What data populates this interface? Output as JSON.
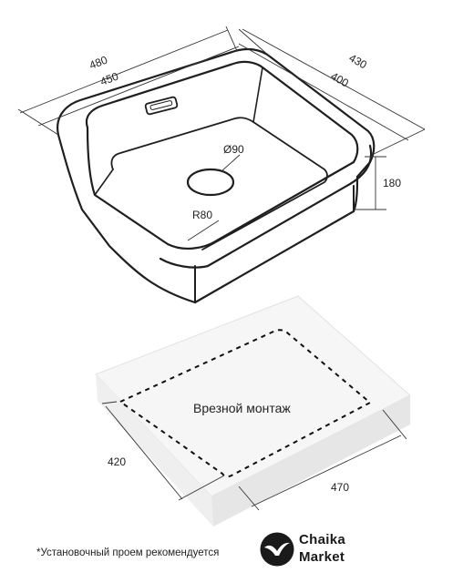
{
  "sink": {
    "dims": {
      "outer_length": "480",
      "inner_length": "450",
      "outer_width": "430",
      "inner_width": "400",
      "depth": "180",
      "drain": "Ø90",
      "radius": "R80"
    }
  },
  "cutout": {
    "title": "Врезной монтаж",
    "length": "420",
    "width": "470"
  },
  "footnote": "*Установочный проем рекомендуется",
  "brand": {
    "line1": "Chaika",
    "line2": "Market"
  }
}
